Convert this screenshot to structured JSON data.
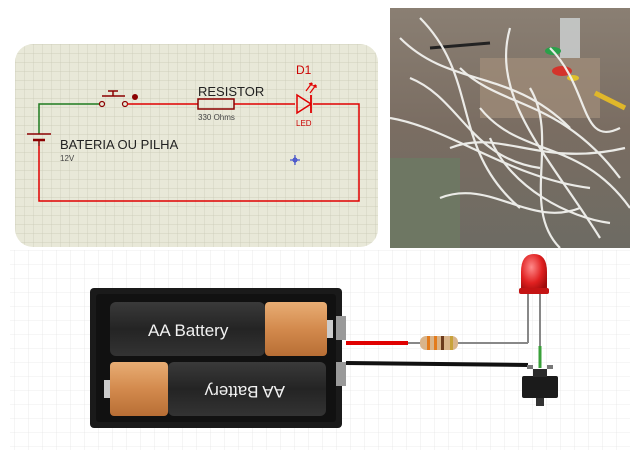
{
  "schematic": {
    "battery_label": "BATERIA OU PILHA",
    "battery_value": "12V",
    "resistor_label": "RESISTOR",
    "resistor_value": "330 Ohms",
    "led_ref": "D1",
    "led_label": "LED",
    "colors": {
      "background": "#e8e8d8",
      "grid": "#c9c9b5",
      "wire_green": "#1f7a1f",
      "wire_red": "#e00000",
      "component": "#8b0000"
    }
  },
  "photo": {
    "description_icon": "wires-photo"
  },
  "breadboard": {
    "battery_top_label": "AA Battery",
    "battery_bottom_label": "AA Battery",
    "colors": {
      "battery_dark": "#2b2b2b",
      "battery_copper": "#d8955a",
      "wire_red": "#e00000",
      "wire_black": "#111111",
      "led": "#e02020"
    }
  }
}
